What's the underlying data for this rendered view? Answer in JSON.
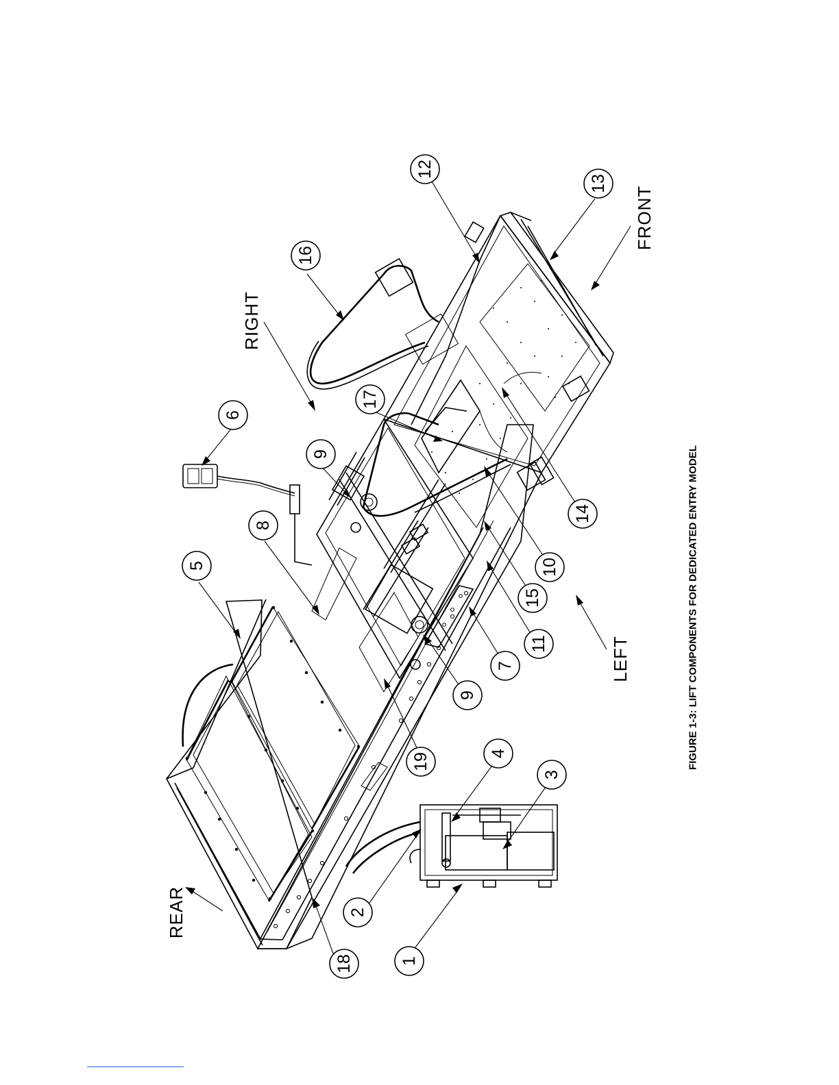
{
  "figure": {
    "caption": "FIGURE 1-3:  LIFT COMPONENTS FOR DEDICATED ENTRY MODEL"
  },
  "directions": {
    "rear": "REAR",
    "front": "FRONT",
    "right": "RIGHT",
    "left": "LEFT"
  },
  "callouts": [
    "18",
    "1",
    "2",
    "3",
    "4",
    "19",
    "9",
    "7",
    "11",
    "15",
    "10",
    "14",
    "13",
    "12",
    "16",
    "17",
    "9",
    "8",
    "5",
    "6"
  ],
  "colors": {
    "ink": "#000000",
    "footnote_rule": "#2d5ae0"
  }
}
